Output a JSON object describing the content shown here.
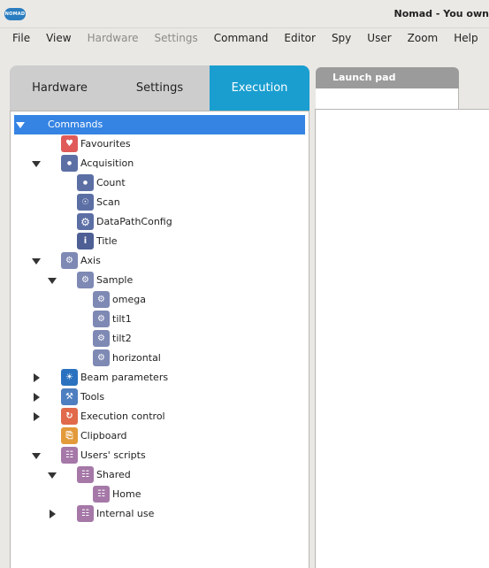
{
  "titlebar": {
    "logo": "NOMAD",
    "title": "Nomad - You own"
  },
  "menubar": [
    {
      "label": "File",
      "disabled": false
    },
    {
      "label": "View",
      "disabled": false
    },
    {
      "label": "Hardware",
      "disabled": true
    },
    {
      "label": "Settings",
      "disabled": true
    },
    {
      "label": "Command",
      "disabled": false
    },
    {
      "label": "Editor",
      "disabled": false
    },
    {
      "label": "Spy",
      "disabled": false
    },
    {
      "label": "User",
      "disabled": false
    },
    {
      "label": "Zoom",
      "disabled": false
    },
    {
      "label": "Help",
      "disabled": false
    }
  ],
  "tabs": [
    {
      "label": "Hardware",
      "active": false
    },
    {
      "label": "Settings",
      "active": false
    },
    {
      "label": "Execution",
      "active": true
    }
  ],
  "colors": {
    "active_tab": "#1a9ed0",
    "selection": "#3584e4"
  },
  "tree": [
    {
      "label": "Commands",
      "depth": 0,
      "arrow": "down",
      "icon": "",
      "selected": true
    },
    {
      "label": "Favourites",
      "depth": 1,
      "arrow": "",
      "icon": "heart-icon"
    },
    {
      "label": "Acquisition",
      "depth": 1,
      "arrow": "down",
      "icon": "rec-icon"
    },
    {
      "label": "Count",
      "depth": 2,
      "arrow": "",
      "icon": "rec-icon"
    },
    {
      "label": "Scan",
      "depth": 2,
      "arrow": "",
      "icon": "scan-icon"
    },
    {
      "label": "DataPathConfig",
      "depth": 2,
      "arrow": "",
      "icon": "gear-icon"
    },
    {
      "label": "Title",
      "depth": 2,
      "arrow": "",
      "icon": "info-icon"
    },
    {
      "label": "Axis",
      "depth": 1,
      "arrow": "down",
      "icon": "axis-icon"
    },
    {
      "label": "Sample",
      "depth": 2,
      "arrow": "down",
      "icon": "axis-icon"
    },
    {
      "label": "omega",
      "depth": 3,
      "arrow": "",
      "icon": "axis-icon"
    },
    {
      "label": "tilt1",
      "depth": 3,
      "arrow": "",
      "icon": "axis-icon"
    },
    {
      "label": "tilt2",
      "depth": 3,
      "arrow": "",
      "icon": "axis-icon"
    },
    {
      "label": "horizontal",
      "depth": 3,
      "arrow": "",
      "icon": "axis-icon"
    },
    {
      "label": "Beam parameters",
      "depth": 1,
      "arrow": "right",
      "icon": "beam-icon"
    },
    {
      "label": "Tools",
      "depth": 1,
      "arrow": "right",
      "icon": "tools-icon"
    },
    {
      "label": "Execution control",
      "depth": 1,
      "arrow": "right",
      "icon": "exec-icon"
    },
    {
      "label": "Clipboard",
      "depth": 1,
      "arrow": "",
      "icon": "clip-icon"
    },
    {
      "label": "Users' scripts",
      "depth": 1,
      "arrow": "down",
      "icon": "script-icon"
    },
    {
      "label": "Shared",
      "depth": 2,
      "arrow": "down",
      "icon": "script-icon"
    },
    {
      "label": "Home",
      "depth": 3,
      "arrow": "",
      "icon": "script-icon"
    },
    {
      "label": "Internal use",
      "depth": 2,
      "arrow": "right",
      "icon": "script-icon"
    }
  ],
  "launchpad": {
    "title": "Launch pad"
  }
}
